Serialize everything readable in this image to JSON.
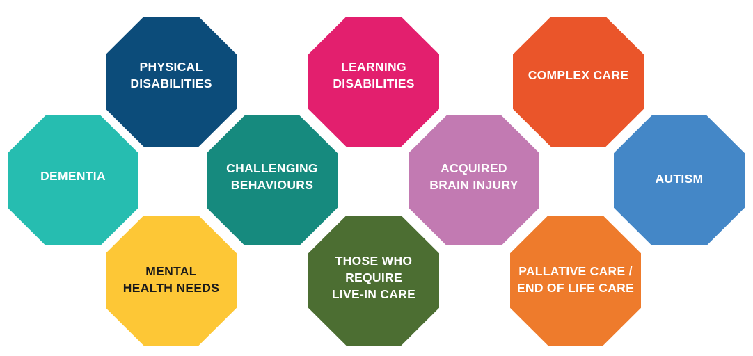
{
  "items": [
    {
      "label": "PHYSICAL\nDISABILITIES",
      "color": "#0c4c7a"
    },
    {
      "label": "LEARNING\nDISABILITIES",
      "color": "#e31f6e"
    },
    {
      "label": "COMPLEX CARE",
      "color": "#ea552a"
    },
    {
      "label": "DEMENTIA",
      "color": "#26bdb0"
    },
    {
      "label": "CHALLENGING\nBEHAVIOURS",
      "color": "#168a7e"
    },
    {
      "label": "ACQUIRED\nBRAIN INJURY",
      "color": "#c27ab2"
    },
    {
      "label": "AUTISM",
      "color": "#4487c7"
    },
    {
      "label": "MENTAL\nHEALTH NEEDS",
      "color": "#fdc736"
    },
    {
      "label": "THOSE WHO\nREQUIRE\nLIVE-IN CARE",
      "color": "#4c6e32"
    },
    {
      "label": "PALLATIVE CARE /\nEND OF LIFE CARE",
      "color": "#ee7b2c"
    }
  ]
}
